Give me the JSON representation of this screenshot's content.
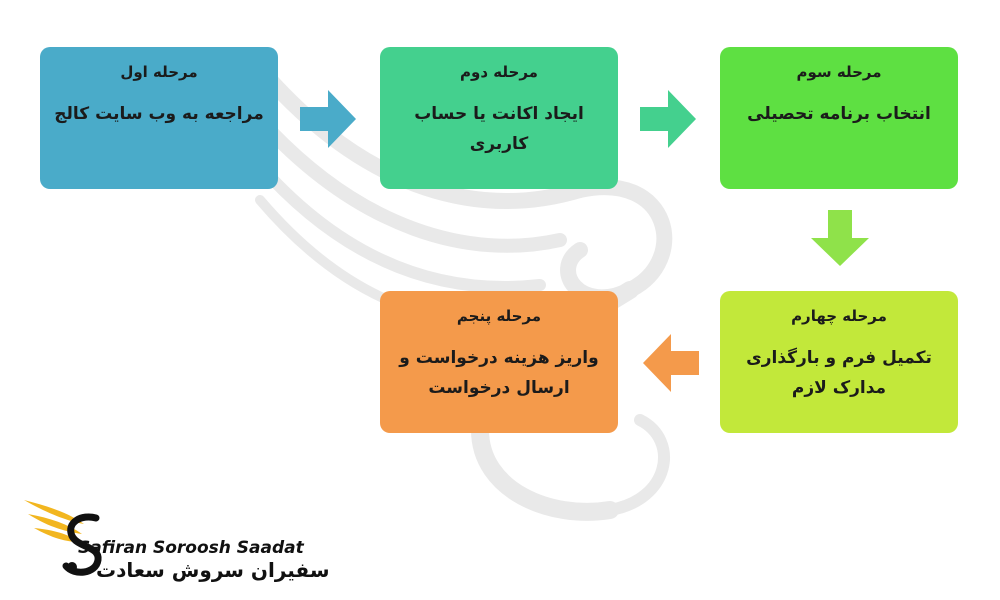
{
  "steps": [
    {
      "title": "مرحله اول",
      "description": "مراجعه به وب سایت کالج",
      "color": "#4aabc9"
    },
    {
      "title": "مرحله دوم",
      "description": "ایجاد اکانت یا حساب کاربری",
      "color": "#44d08e"
    },
    {
      "title": "مرحله سوم",
      "description": "انتخاب برنامه تحصیلی",
      "color": "#5ee042"
    },
    {
      "title": "مرحله چهارم",
      "description": "تکمیل فرم و بارگذاری مدارک لازم",
      "color": "#c2e83a"
    },
    {
      "title": "مرحله پنجم",
      "description": "واریز هزینه درخواست و ارسال درخواست",
      "color": "#f49a4b"
    }
  ],
  "arrows": [
    {
      "from": 1,
      "to": 2,
      "direction": "right",
      "color": "#4aabc9"
    },
    {
      "from": 2,
      "to": 3,
      "direction": "right",
      "color": "#44d08e"
    },
    {
      "from": 3,
      "to": 4,
      "direction": "down",
      "color": "#8fe24a"
    },
    {
      "from": 4,
      "to": 5,
      "direction": "left",
      "color": "#f49a4b"
    }
  ],
  "logo": {
    "name_en": "Safiran Soroosh Saadat",
    "name_fa": "سفیران سروش سعادت",
    "icon": "wing-s-logo-icon",
    "accent_color": "#f2b61f"
  },
  "watermark_icon": "swan-wing-watermark-icon"
}
